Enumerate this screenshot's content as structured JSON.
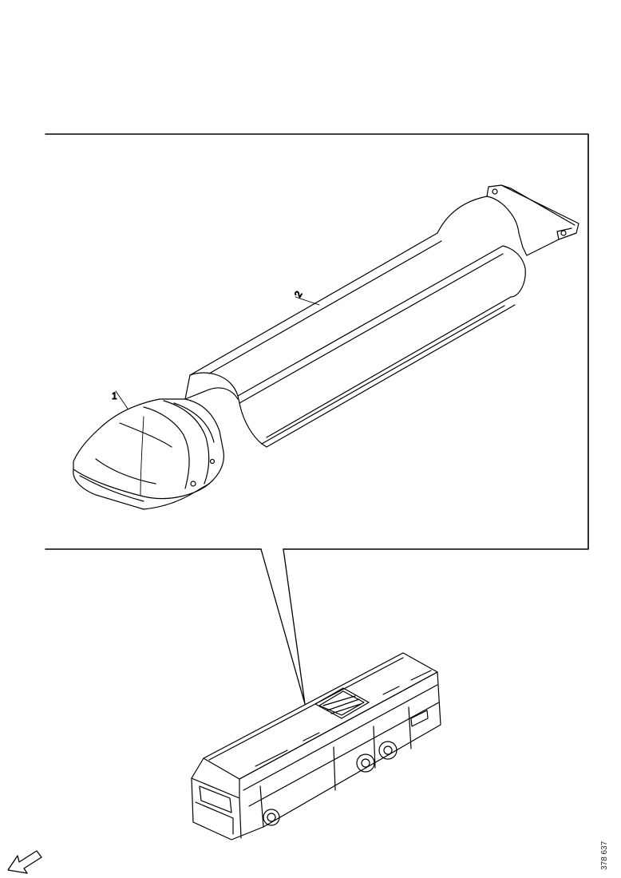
{
  "callouts": {
    "part_1": "1",
    "part_2": "2"
  },
  "reference_code": "378 637",
  "colors": {
    "line": "#000000",
    "background": "#ffffff"
  },
  "icons": {
    "direction": "forward-arrow-icon"
  }
}
